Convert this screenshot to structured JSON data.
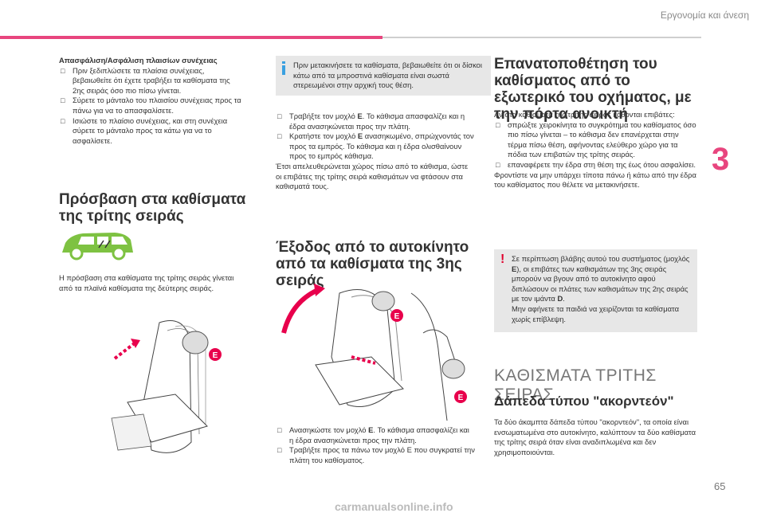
{
  "header": {
    "section_title": "Εργονομία και άνεση"
  },
  "chapter_number": "3",
  "page_number": "65",
  "watermark": "carmanualsonline.info",
  "left": {
    "lock_title": "Απασφάλιση/Ασφάλιση πλαισίων συνέχειας",
    "lock_items": [
      "Πριν ξεδιπλώσετε τα πλαίσια συνέχειας, βεβαιωθείτε ότι έχετε τραβήξει τα καθίσματα της 2ης σειράς όσο πιο πίσω γίνεται.",
      "Σύρετε το μάνταλο του πλαισίου συνέχειας προς τα πάνω για να το απασφαλίσετε.",
      "Ισιώστε το πλαίσιο συνέχειας, και στη συνέχεια σύρετε το μάνταλο προς τα κάτω για να το ασφαλίσετε."
    ],
    "access_title": "Πρόσβαση στα καθίσματα της τρίτης σειράς",
    "access_text": "Η πρόσβαση στα καθίσματα της τρίτης σειράς γίνεται από τα πλαϊνά καθίσματα της δεύτερης σειράς.",
    "fig_label": "E"
  },
  "middle": {
    "info_text": "Πριν μετακινήσετε τα καθίσματα, βεβαιωθείτε ότι οι δίσκοι κάτω από τα μπροστινά καθίσματα είναι σωστά στερεωμένοι στην αρχική τους θέση.",
    "item1_pre": "Τραβήξτε τον μοχλό ",
    "item1_e": "E",
    "item1_post": ". Το κάθισμα απασφαλίζει και η έδρα ανασηκώνεται προς την πλάτη.",
    "item2_pre": "Κρατήστε τον μοχλό ",
    "item2_e": "E",
    "item2_post": " ανασηκωμένο, σπρώχνοντάς τον προς τα εμπρός. Το κάθισμα και η έδρα ολισθαίνουν προς το εμπρός κάθισμα.",
    "para": "Έτσι απελευθερώνεται χώρος πίσω από το κάθισμα, ώστε οι επιβάτες της τρίτης σειρά καθισμάτων να φτάσουν στα καθισματά τους.",
    "exit_title": "Έξοδος από το αυτοκίνητο από τα καθίσματα της 3ης σειράς",
    "fig_label": "E",
    "item3_pre": "Ανασηκώστε τον μοχλό ",
    "item3_e": "E",
    "item3_post": ". Το κάθισμα απασφαλίζει και η έδρα ανασηκώνεται προς την πλάτη.",
    "item4": "Τραβήξτε προς τα πάνω τον μοχλό E που συγκρατεί την πλάτη του καθίσματος."
  },
  "right": {
    "reset_title": "Επανατοποθέτηση του καθίσματος από το εξωτερικό του οχήματος, με την πόρτα ανοικτή",
    "reset_intro": "Αν στα καθίσματα της τρίτης σειράς κάθονται επιβάτες:",
    "reset_items": [
      "σπρώξτε χειροκίνητα το συγκρότημα του καθίσματος όσο πιο πίσω γίνεται – το κάθισμα δεν επανέρχεται στην τέρμα πίσω θέση, αφήνοντας ελεύθερο χώρο για τα πόδια των επιβατών της τρίτης σειράς.",
      "επαναφέρετε την έδρα στη θέση της έως ότου ασφαλίσει."
    ],
    "reset_para": "Φροντίστε να μην υπάρχει τίποτα πάνω ή κάτω από την έδρα του καθίσματος που θέλετε να μετακινήσετε.",
    "warn_pre": "Σε περίπτωση βλάβης αυτού του συστήματος (μοχλός ",
    "warn_e": "E",
    "warn_mid": "), οι επιβάτες των καθισμάτων της 3ης σειράς μπορούν να βγουν από το αυτοκίνητο αφού διπλώσουν οι πλάτες των καθισμάτων της 2ης σειράς με τον ιμάντα ",
    "warn_d": "D",
    "warn_post": ".",
    "warn_line2": "Μην αφήνετε τα παιδιά να χειρίζονται τα καθίσματα χωρίς επίβλεψη.",
    "caps_title": "ΚΑΘΙΣΜΑΤΑ ΤΡΙΤΗΣ ΣΕΙΡΑΣ",
    "floor_title": "Δάπεδα τύπου \"ακορντεόν\"",
    "floor_text": "Τα δύο άκαμπτα δάπεδα τύπου \"ακορντεόν\", τα οποία είναι ενσωματωμένα στο αυτοκίνητο, καλύπτουν τα δύο καθίσματα της τρίτης σειρά όταν είναι αναδιπλωμένα και δεν χρησιμοποιούνται."
  },
  "colors": {
    "accent": "#e8457e",
    "warning": "#e0002c",
    "info": "#3aa0e0",
    "box": "#e7e7e7",
    "car": "#7ec242"
  },
  "icons": [
    "info-icon",
    "warning-icon",
    "car-icon",
    "checkbox-bullet-icon"
  ]
}
